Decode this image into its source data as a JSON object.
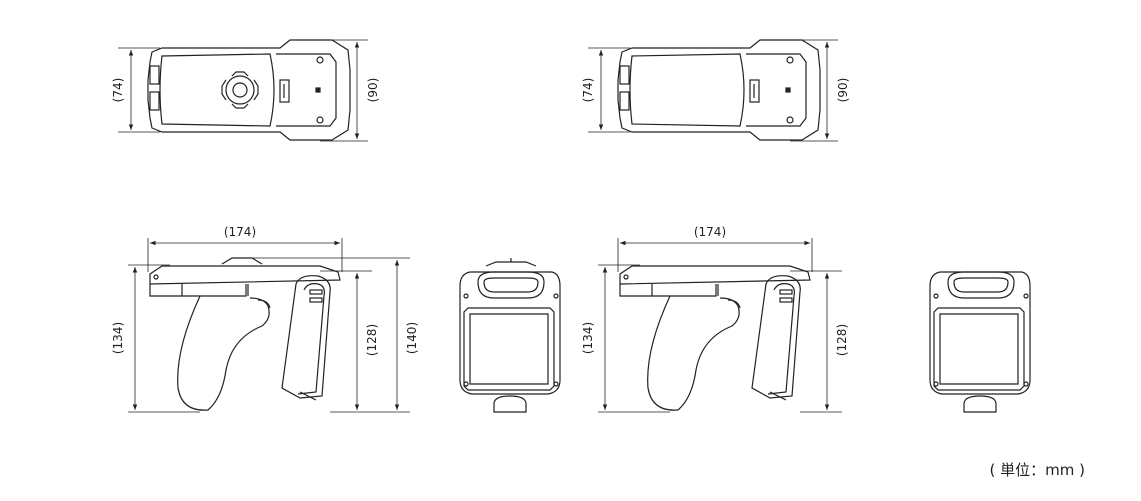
{
  "dimensions": {
    "top_left_width": "(74)",
    "top_left_depth": "(90)",
    "top_right_width": "(74)",
    "top_right_depth": "(90)",
    "side_left_length": "(174)",
    "side_left_height_total": "(134)",
    "side_left_height_body": "(128)",
    "side_left_height_max": "(140)",
    "side_right_length": "(174)",
    "side_right_height_total": "(134)",
    "side_right_height_body": "(128)"
  },
  "unit_note": "( 単位：mm )"
}
